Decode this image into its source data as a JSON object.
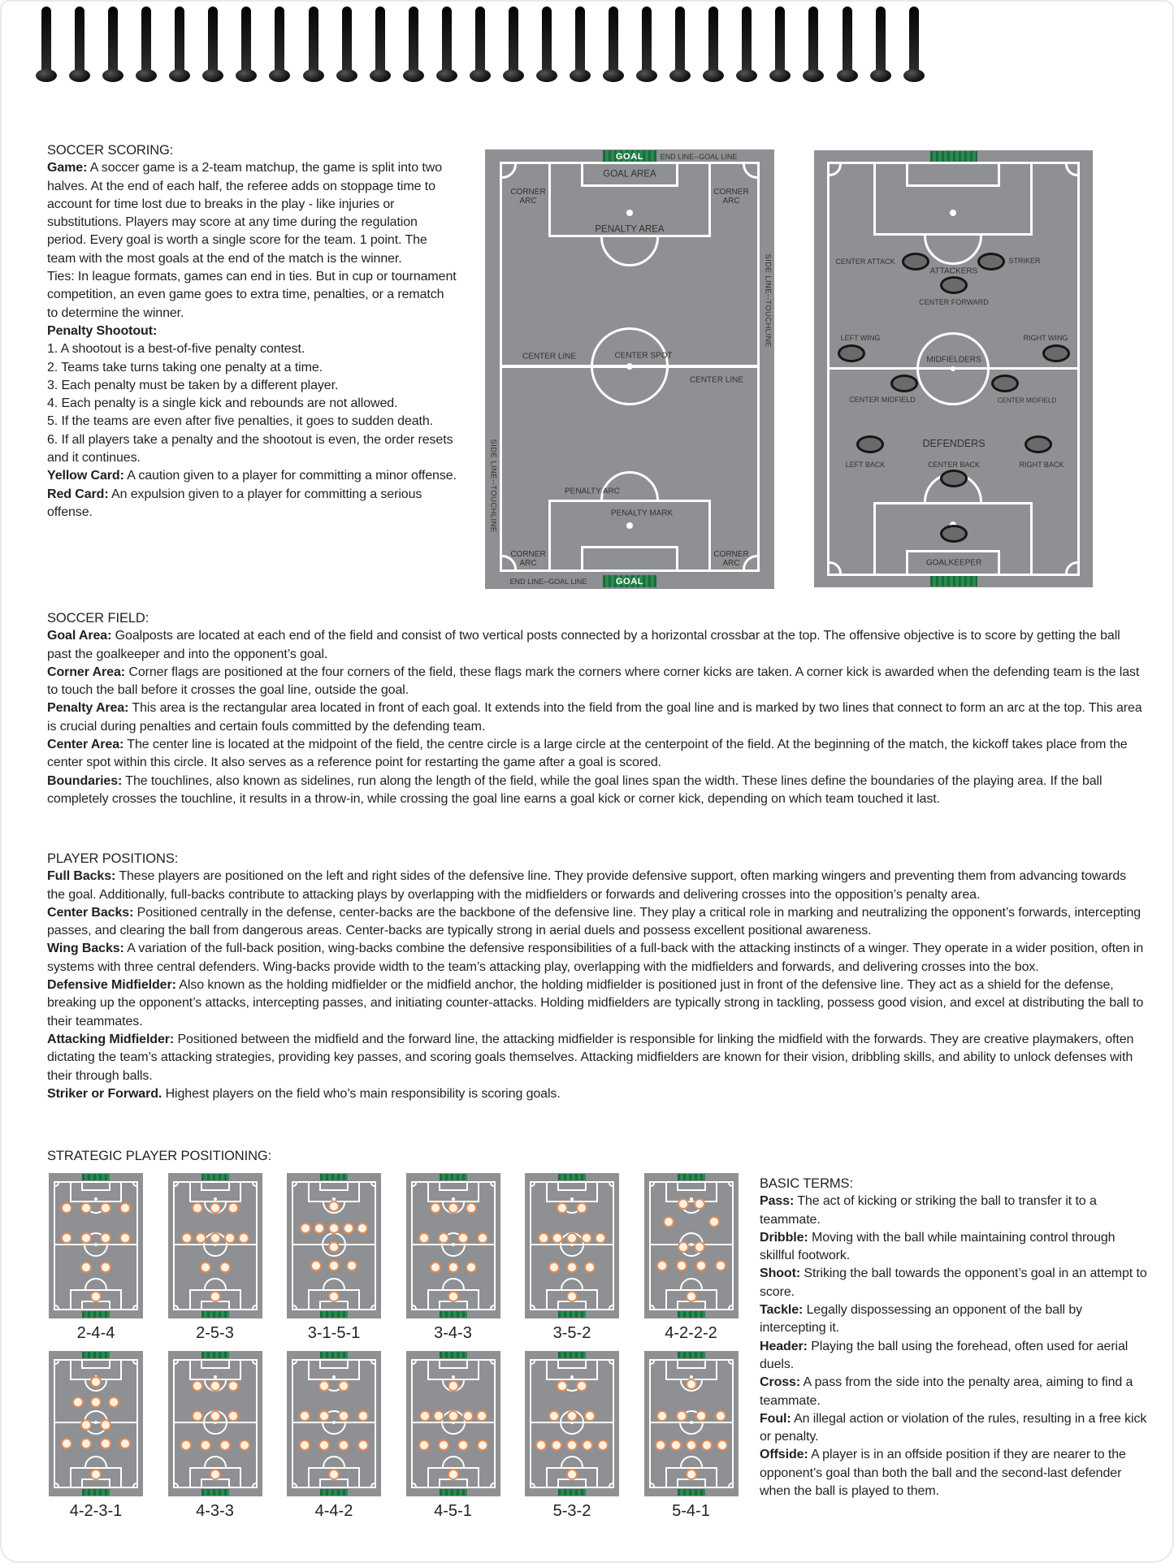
{
  "page": {
    "binding_pin_count": 27
  },
  "colors": {
    "field_gray": "#8e9093",
    "goal_green": "#2a8a50",
    "goal_green_dark": "#1c6b3d",
    "formation_dot_fill": "#fdf2e6",
    "formation_dot_border": "#dd8e58",
    "player_ellipse_fill": "#6a6a6a",
    "text": "#231f20"
  },
  "scoring": {
    "heading": "SOCCER SCORING:",
    "paras": [
      {
        "lead": "Game:",
        "rest": " A soccer game is a 2-team matchup, the game is split into two halves. At the end of each half, the referee adds on stoppage time to account for time lost due to breaks in the play - like injuries or substitutions. Players may score at any time during the regulation period. Every goal is worth a single score for the team. 1 point. The team with the most goals at the end of the match is the winner."
      },
      {
        "lead": "",
        "rest": "Ties: In league formats, games can end in ties. But in cup or tournament competition, an even game goes to extra time, penalties, or a rematch to determine the winner."
      },
      {
        "lead": "Penalty Shootout:",
        "rest": ""
      },
      {
        "lead": "",
        "rest": "1. A shootout is a best-of-five penalty contest."
      },
      {
        "lead": "",
        "rest": "2. Teams take turns taking one penalty at a time."
      },
      {
        "lead": "",
        "rest": "3. Each penalty must be taken by a different player."
      },
      {
        "lead": "",
        "rest": "4. Each penalty is a single kick and rebounds are not allowed."
      },
      {
        "lead": "",
        "rest": "5. If the teams are even after five penalties, it goes to sudden death."
      },
      {
        "lead": "",
        "rest": "6. If all players take a penalty and the shootout is even, the order resets and it continues."
      },
      {
        "lead": "Yellow Card:",
        "rest": " A caution given to a player for committing a minor offense."
      },
      {
        "lead": "Red Card:",
        "rest": " An expulsion given to a player for committing a serious offense."
      }
    ]
  },
  "diagram1": {
    "goal_top": "GOAL",
    "goal_bottom": "GOAL",
    "end_line_top": "END LINE--GOAL LINE",
    "end_line_bottom": "END LINE--GOAL LINE",
    "goal_area": "GOAL AREA",
    "penalty_area": "PENALTY AREA",
    "corner_arc": "CORNER ARC",
    "side_line": "SIDE LINE--TOUCHLINE",
    "center_line": "CENTER LINE",
    "center_spot": "CENTER SPOT",
    "penalty_arc": "PENALTY ARC",
    "penalty_mark": "PENALTY MARK"
  },
  "diagram2": {
    "center_attack": "CENTER ATTACK",
    "striker": "STRIKER",
    "attackers": "ATTACKERS",
    "center_forward": "CENTER FORWARD",
    "left_wing": "LEFT WING",
    "right_wing": "RIGHT WING",
    "midfielders": "MIDFIELDERS",
    "center_midfield_left": "CENTER MIDFIELD",
    "center_midfield_right": "CENTER MIDFIELD",
    "defenders": "DEFENDERS",
    "left_back": "LEFT BACK",
    "center_back": "CENTER BACK",
    "right_back": "RIGHT BACK",
    "goalkeeper": "GOALKEEPER"
  },
  "soccer_field": {
    "heading": "SOCCER FIELD:",
    "paras": [
      {
        "lead": "Goal Area:",
        "rest": " Goalposts are located at each end of the field and consist of two vertical posts connected by a horizontal crossbar at the top. The offensive objective is to score by getting the ball past the goalkeeper and into the opponent’s goal."
      },
      {
        "lead": "Corner Area:",
        "rest": " Corner flags are positioned at the four corners of the field, these flags mark the corners where corner kicks are taken. A corner kick is awarded when the defending team is the last to touch the ball before it crosses the goal line, outside the goal."
      },
      {
        "lead": "Penalty Area:",
        "rest": " This area is the rectangular area located in front of each goal. It extends into the field from the goal line and is marked by two lines that connect to form an arc at the top. This area is crucial during penalties and certain fouls committed by the defending team."
      },
      {
        "lead": "Center Area:",
        "rest": " The center line is located at the midpoint of the field, the centre circle is a large circle at the centerpoint of the field. At the beginning of the match, the kickoff takes place from the center spot within this circle. It also serves as a reference point for restarting the game after a goal is scored."
      },
      {
        "lead": "Boundaries:",
        "rest": " The touchlines, also known as sidelines, run along the length of the field, while the goal lines span the width. These lines define the boundaries of the playing area. If the ball completely crosses the touchline, it results in a throw-in, while crossing the goal line earns a goal kick or corner kick, depending on which team touched it last."
      }
    ]
  },
  "player_positions": {
    "heading": "PLAYER POSITIONS:",
    "paras": [
      {
        "lead": "Full Backs:",
        "rest": " These players are positioned on the left and right sides of the defensive line. They provide defensive support, often marking wingers and preventing them from advancing towards the goal. Additionally, full-backs contribute to attacking plays by overlapping with the midfielders or forwards and delivering crosses into the opposition’s penalty area."
      },
      {
        "lead": "Center Backs:",
        "rest": " Positioned centrally in the defense, center-backs are the backbone of the defensive line. They play a critical role in marking and neutralizing the opponent’s forwards, intercepting passes, and clearing the ball from dangerous areas. Center-backs are typically strong in aerial duels and possess excellent positional awareness."
      },
      {
        "lead": "Wing Backs:",
        "rest": " A variation of the full-back position, wing-backs combine the defensive responsibilities of a full-back with the attacking instincts of a winger. They operate in a wider position, often in systems with three central defenders. Wing-backs provide width to the team’s attacking play, overlapping with the midfielders and forwards, and delivering crosses into the box."
      },
      {
        "lead": "Defensive Midfielder:",
        "rest": " Also known as the holding midfielder or the midfield anchor, the holding midfielder is positioned just in front of the defensive line. They act as a shield for the defense, breaking up the opponent’s attacks, intercepting passes, and initiating counter-attacks. Holding midfielders are typically strong in tackling, possess good vision, and excel at distributing the ball to their teammates."
      },
      {
        "lead": "Attacking Midfielder:",
        "rest": " Positioned between the midfield and the forward line, the attacking midfielder is responsible for linking the midfield with the forwards. They are creative playmakers, often dictating the team’s attacking strategies, providing key passes, and scoring goals themselves. Attacking midfielders are known for their vision, dribbling skills, and ability to unlock defenses with their through balls."
      },
      {
        "lead": "Striker or Forward.",
        "rest": " Highest players on the field who’s main responsibility is scoring goals."
      }
    ]
  },
  "formations": {
    "heading": "STRATEGIC PLAYER POSITIONING:",
    "items": [
      {
        "label": "2-4-4",
        "rows": [
          {
            "y": 20,
            "xs": [
              14,
              38,
              62,
              86
            ]
          },
          {
            "y": 44,
            "xs": [
              14,
              38,
              62,
              86
            ]
          },
          {
            "y": 67,
            "xs": [
              38,
              62
            ]
          }
        ]
      },
      {
        "label": "2-5-3",
        "rows": [
          {
            "y": 20,
            "xs": [
              28,
              50,
              72
            ]
          },
          {
            "y": 44,
            "xs": [
              15,
              32,
              50,
              68,
              85
            ]
          },
          {
            "y": 67,
            "xs": [
              38,
              62
            ]
          }
        ]
      },
      {
        "label": "3-1-5-1",
        "rows": [
          {
            "y": 19,
            "xs": [
              50
            ]
          },
          {
            "y": 36,
            "xs": [
              15,
              32,
              50,
              68,
              85
            ]
          },
          {
            "y": 51,
            "xs": [
              50
            ]
          },
          {
            "y": 66,
            "xs": [
              28,
              50,
              72
            ]
          }
        ]
      },
      {
        "label": "3-4-3",
        "rows": [
          {
            "y": 20,
            "xs": [
              28,
              50,
              72
            ]
          },
          {
            "y": 44,
            "xs": [
              14,
              38,
              62,
              86
            ]
          },
          {
            "y": 67,
            "xs": [
              28,
              50,
              72
            ]
          }
        ]
      },
      {
        "label": "3-5-2",
        "rows": [
          {
            "y": 20,
            "xs": [
              38,
              62
            ]
          },
          {
            "y": 44,
            "xs": [
              15,
              32,
              50,
              68,
              85
            ]
          },
          {
            "y": 67,
            "xs": [
              28,
              50,
              72
            ]
          }
        ]
      },
      {
        "label": "4-2-2-2",
        "rows": [
          {
            "y": 17,
            "xs": [
              40,
              60
            ]
          },
          {
            "y": 31,
            "xs": [
              22,
              78
            ]
          },
          {
            "y": 51,
            "xs": [
              40,
              60
            ]
          },
          {
            "y": 66,
            "xs": [
              14,
              38,
              62,
              86
            ]
          }
        ]
      },
      {
        "label": "4-2-3-1",
        "rows": [
          {
            "y": 17,
            "xs": [
              50
            ]
          },
          {
            "y": 33,
            "xs": [
              28,
              50,
              72
            ]
          },
          {
            "y": 51,
            "xs": [
              38,
              62
            ]
          },
          {
            "y": 66,
            "xs": [
              14,
              38,
              62,
              86
            ]
          }
        ]
      },
      {
        "label": "4-3-3",
        "rows": [
          {
            "y": 20,
            "xs": [
              28,
              50,
              72
            ]
          },
          {
            "y": 44,
            "xs": [
              28,
              50,
              72
            ]
          },
          {
            "y": 67,
            "xs": [
              14,
              38,
              62,
              86
            ]
          }
        ]
      },
      {
        "label": "4-4-2",
        "rows": [
          {
            "y": 20,
            "xs": [
              38,
              62
            ]
          },
          {
            "y": 44,
            "xs": [
              14,
              38,
              62,
              86
            ]
          },
          {
            "y": 67,
            "xs": [
              14,
              38,
              62,
              86
            ]
          }
        ]
      },
      {
        "label": "4-5-1",
        "rows": [
          {
            "y": 20,
            "xs": [
              50
            ]
          },
          {
            "y": 44,
            "xs": [
              15,
              32,
              50,
              68,
              85
            ]
          },
          {
            "y": 67,
            "xs": [
              14,
              38,
              62,
              86
            ]
          }
        ]
      },
      {
        "label": "5-3-2",
        "rows": [
          {
            "y": 20,
            "xs": [
              38,
              62
            ]
          },
          {
            "y": 44,
            "xs": [
              28,
              50,
              72
            ]
          },
          {
            "y": 67,
            "xs": [
              12,
              31,
              50,
              69,
              88
            ]
          }
        ]
      },
      {
        "label": "5-4-1",
        "rows": [
          {
            "y": 19,
            "xs": [
              50
            ]
          },
          {
            "y": 44,
            "xs": [
              14,
              38,
              62,
              86
            ]
          },
          {
            "y": 67,
            "xs": [
              12,
              31,
              50,
              69,
              88
            ]
          }
        ]
      }
    ]
  },
  "basic_terms": {
    "heading": "BASIC TERMS:",
    "paras": [
      {
        "lead": "Pass:",
        "rest": " The act of kicking or striking the ball to transfer it to a teammate."
      },
      {
        "lead": "Dribble:",
        "rest": " Moving with the ball while maintaining control through skillful footwork."
      },
      {
        "lead": "Shoot:",
        "rest": " Striking the ball towards the opponent’s goal in an attempt to score."
      },
      {
        "lead": "Tackle:",
        "rest": " Legally dispossessing an opponent of the ball by intercepting it."
      },
      {
        "lead": "Header:",
        "rest": " Playing the ball using the forehead, often used for aerial duels."
      },
      {
        "lead": "Cross:",
        "rest": " A pass from the side into the penalty area, aiming to find a teammate."
      },
      {
        "lead": "Foul:",
        "rest": " An illegal action or violation of the rules, resulting in a free kick or penalty."
      },
      {
        "lead": "Offside:",
        "rest": " A player is in an offside position if they are nearer to the opponent’s goal than both the ball and the second-last defender when the ball is played to them."
      }
    ]
  }
}
